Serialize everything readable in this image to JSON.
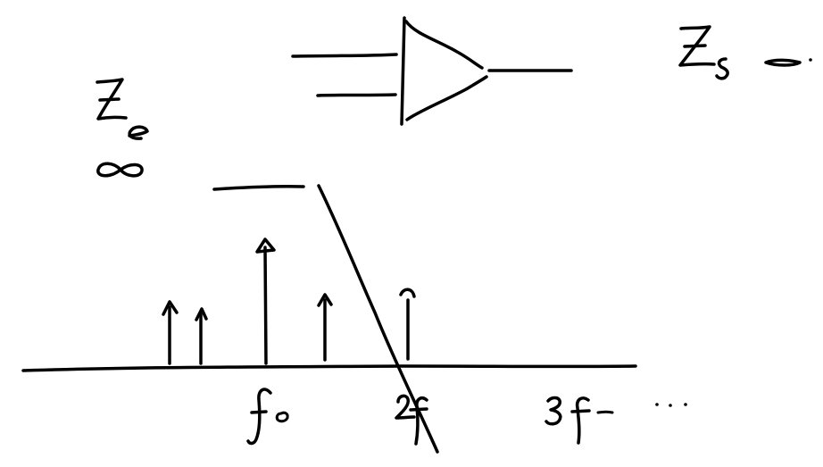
{
  "diagram": {
    "kind": "handwritten-sketch",
    "ink_color": "#000000",
    "background_color": "#ffffff",
    "label_input_impedance": "Ze",
    "label_input_impedance_value": "∞",
    "label_output_impedance": "Zs",
    "label_output_impedance_value": "≈ 0",
    "tick_label_f0": "f0",
    "tick_label_2f0": "2f0",
    "tick_label_3f0": "3f0",
    "ellipsis": "..."
  }
}
